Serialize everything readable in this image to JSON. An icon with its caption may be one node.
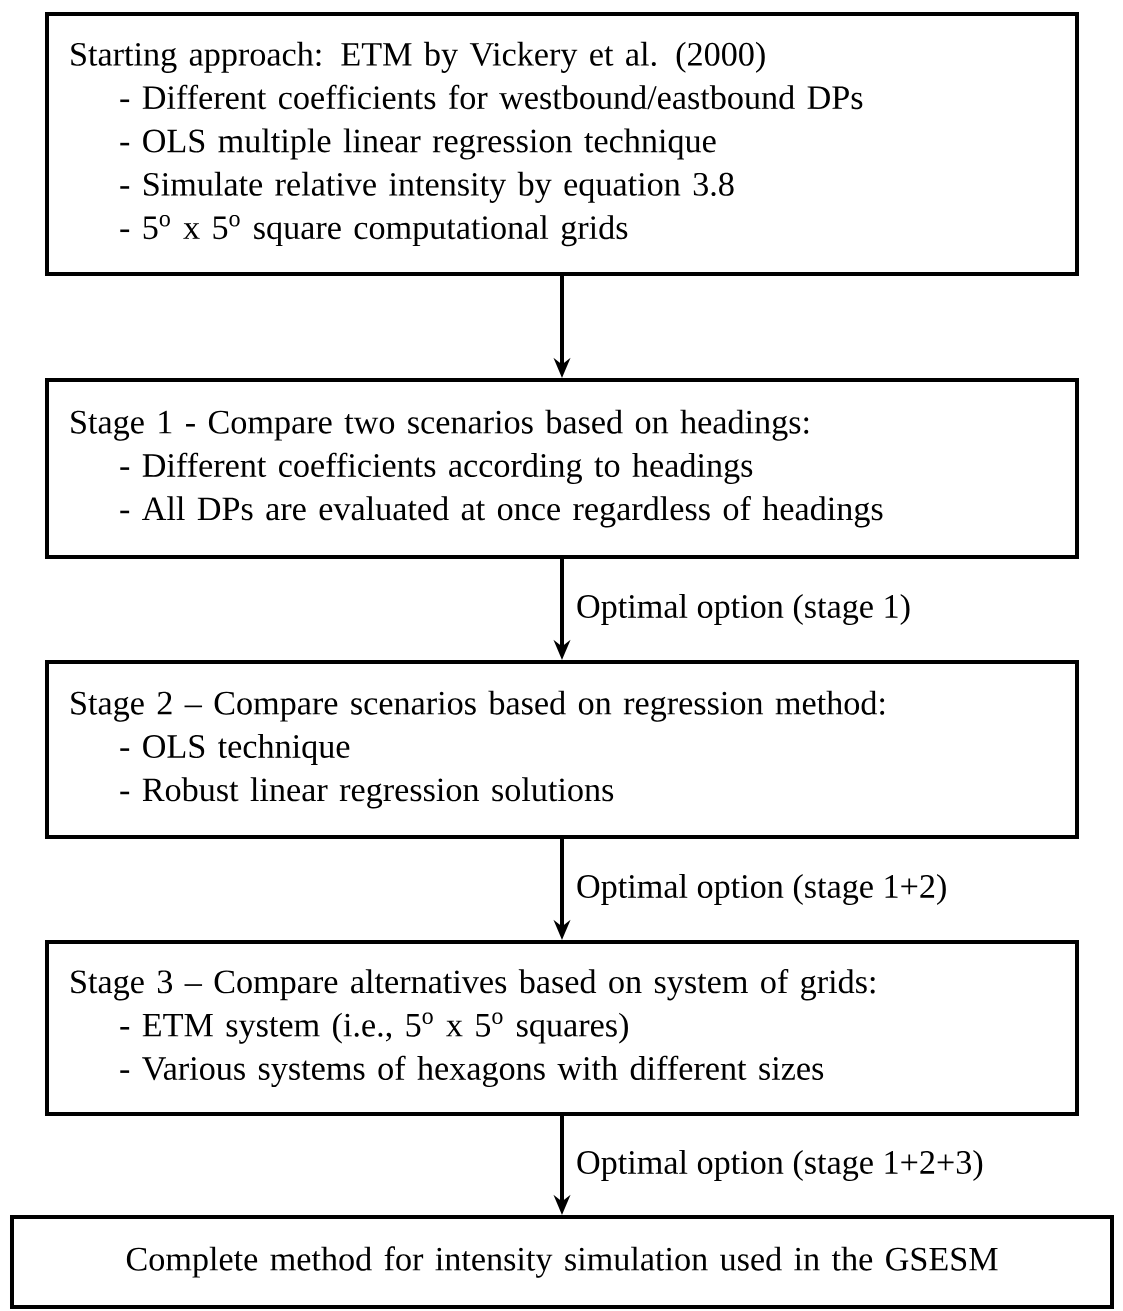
{
  "diagram": {
    "nodes": [
      {
        "text": [
          "Starting approach: ETM by Vickery et al. (2000)",
          "- Different coefficients for westbound/eastbound DPs",
          "- OLS multiple linear regression technique",
          "- Simulate relative intensity by equation 3.8",
          "- 5$^{o}$ x 5$^{o}$ square computational grids"
        ]
      },
      {
        "text": [
          "Stage 1 - Compare two scenarios based on headings:",
          "- Different coefficients according to headings",
          "- All DPs are evaluated at once regardless of headings"
        ]
      },
      {
        "text": [
          "Stage 2 – Compare scenarios based on regression method:",
          "- OLS technique",
          "- Robust linear regression solutions"
        ]
      },
      {
        "text": [
          "Stage 3 – Compare alternatives based on system of grids:",
          "- ETM system (i.e., 5$^{o}$ x 5$^{o}$ squares)",
          "- Various systems of hexagons with different sizes"
        ]
      },
      {
        "text": [
          "Complete method for intensity simulation used in the GSESM"
        ]
      }
    ],
    "edges": [
      {
        "from": 0,
        "to": 1,
        "arrow": "to"
      },
      {
        "from": 1,
        "to": 2,
        "arrow": "to",
        "label": "Optimal option (stage 1)"
      },
      {
        "from": 2,
        "to": 3,
        "arrow": "to",
        "label": "Optimal option (stage 1+2)"
      },
      {
        "from": 3,
        "to": 4,
        "arrow": "to",
        "label": "Optimal option (stage 1+2+3)"
      }
    ]
  }
}
